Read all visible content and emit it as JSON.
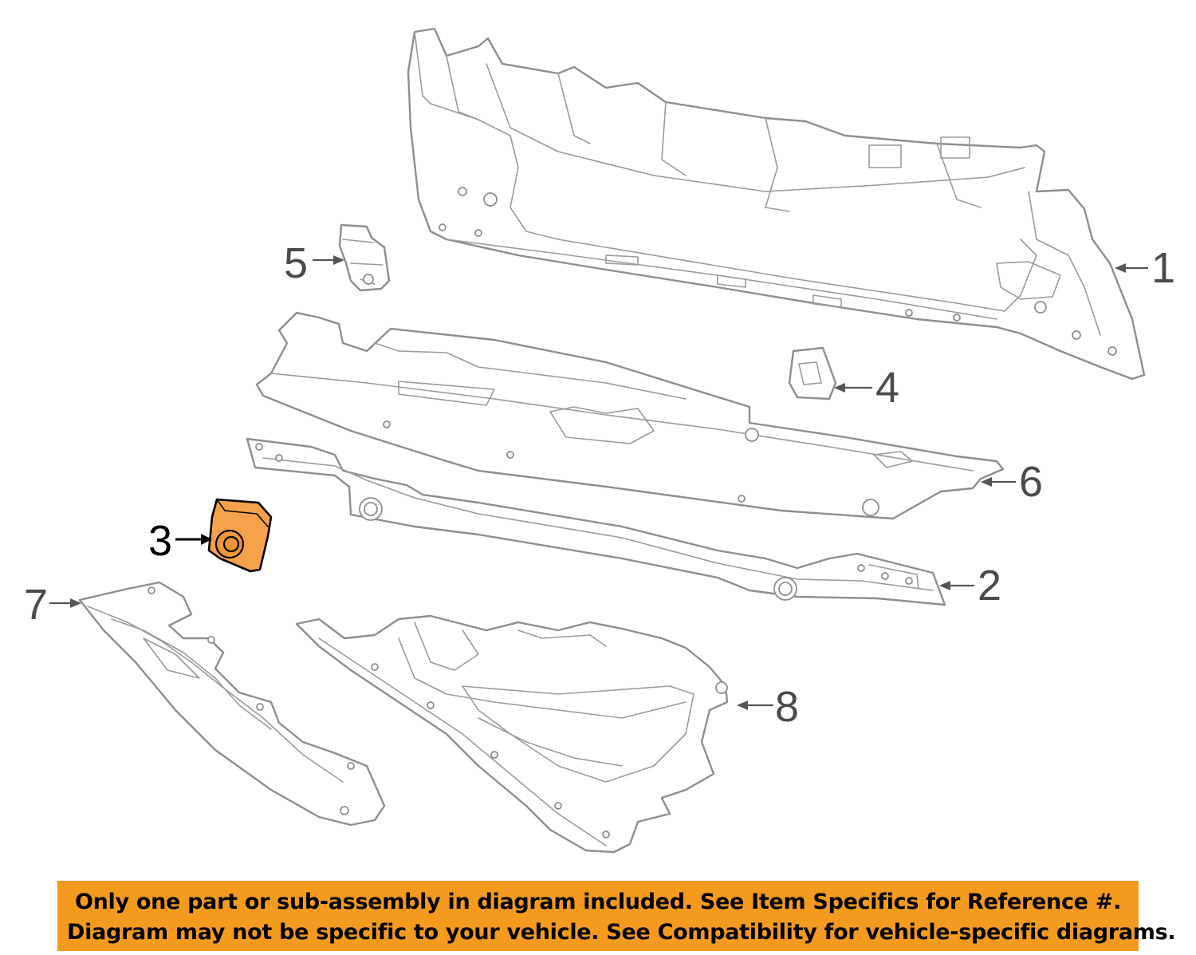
{
  "callouts": [
    {
      "number": "1",
      "highlighted": false
    },
    {
      "number": "2",
      "highlighted": false
    },
    {
      "number": "3",
      "highlighted": true
    },
    {
      "number": "4",
      "highlighted": false
    },
    {
      "number": "5",
      "highlighted": false
    },
    {
      "number": "6",
      "highlighted": false
    },
    {
      "number": "7",
      "highlighted": false
    },
    {
      "number": "8",
      "highlighted": false
    }
  ],
  "highlight_color": "#f6a24a",
  "notice": {
    "line1": "Only one part or sub-assembly in diagram included. See Item Specifics for Reference #.",
    "line2": "Diagram may not be specific to your vehicle. See Compatibility for vehicle-specific diagrams.",
    "background": "#f39a1f"
  }
}
